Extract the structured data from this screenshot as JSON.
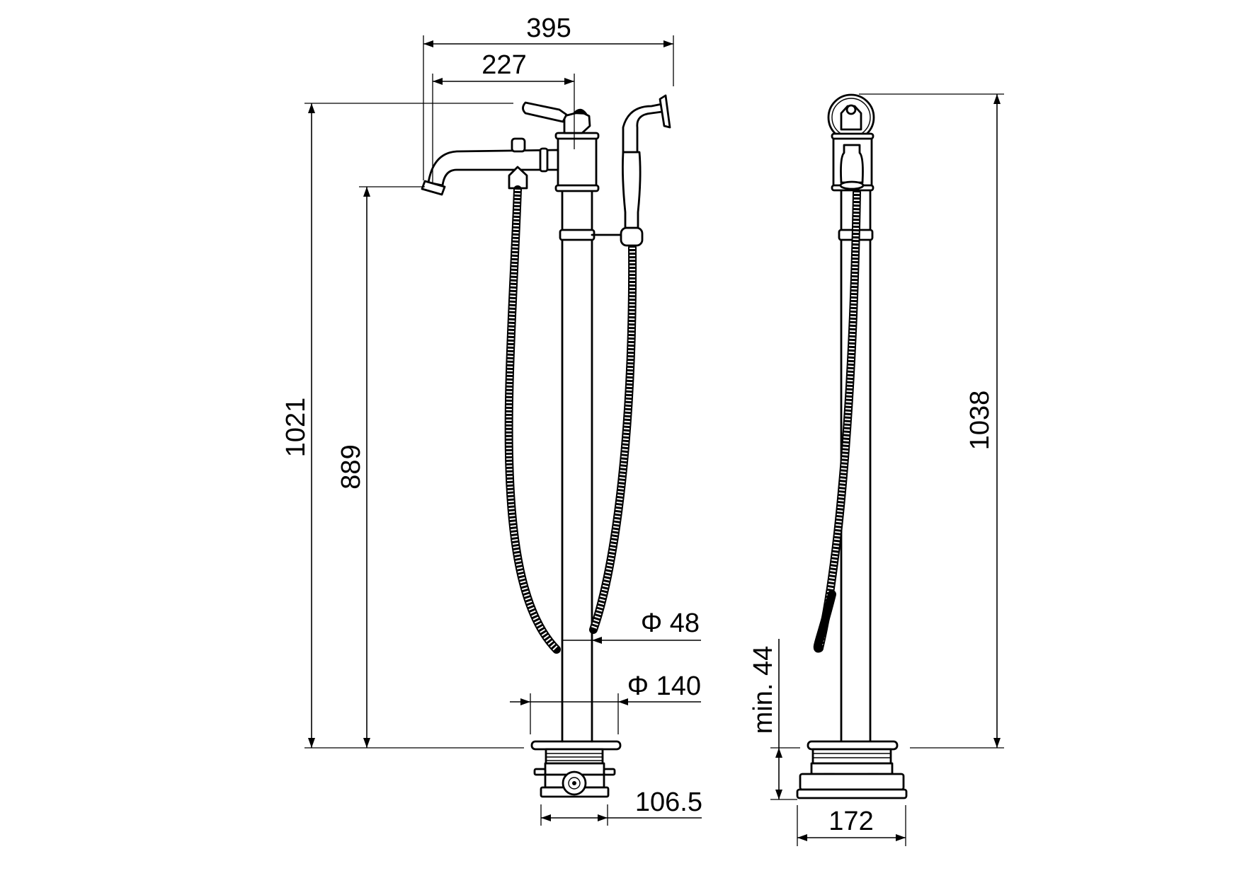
{
  "drawing": {
    "title": "Freestanding bath mixer with hand shower – technical dimension drawing",
    "views": [
      "front-view",
      "side-view"
    ],
    "line_color": "#000000",
    "background": "#ffffff"
  },
  "dimensions": {
    "overall_width": "395",
    "spout_projection": "227",
    "total_height_front": "1021",
    "spout_height": "889",
    "total_height_side": "1038",
    "pipe_diameter": "Φ 48",
    "rosette_diameter": "Φ 140",
    "box_width_front": "106.5",
    "box_width_side": "172",
    "min_depth": "min. 44"
  },
  "units": "mm"
}
